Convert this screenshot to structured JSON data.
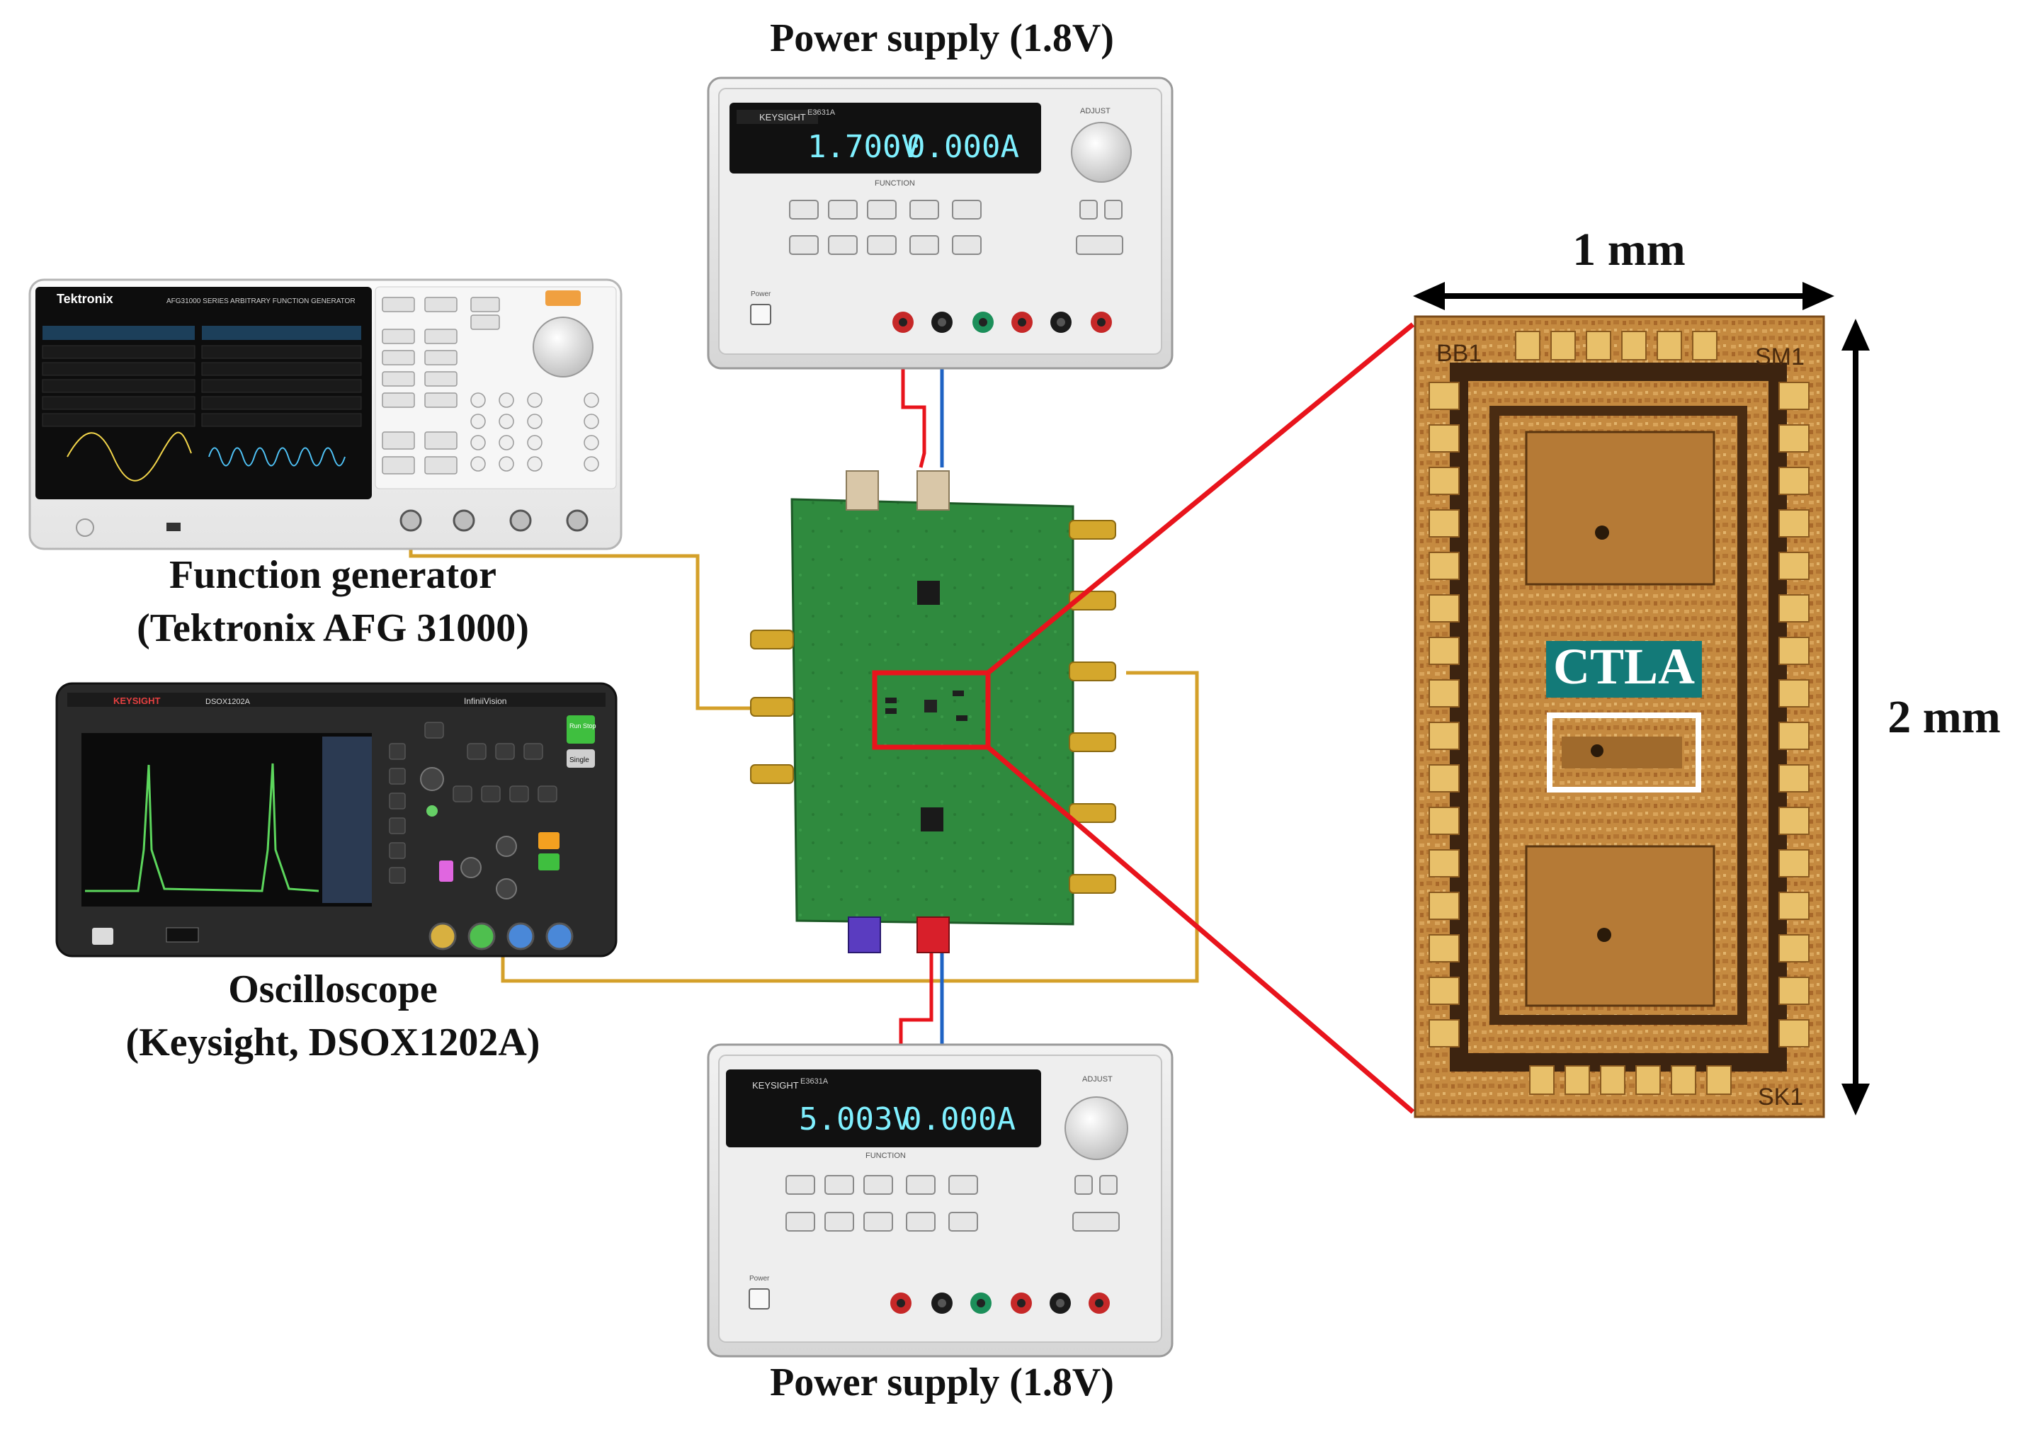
{
  "labels": {
    "ps_top": "Power supply (1.8V)",
    "ps_bottom": "Power supply (1.8V)",
    "fg_line1": "Function generator",
    "fg_line2": "(Tektronix AFG 31000)",
    "osc_line1": "Oscilloscope",
    "osc_line2": "(Keysight, DSOX1202A)",
    "width_dim": "1 mm",
    "height_dim": "2 mm",
    "ctla": "CTLA"
  },
  "ps_top_panel": {
    "brand": "KEYSIGHT",
    "model": "E3631A",
    "voltage": "1.700V",
    "current": "0.000A",
    "function": "FUNCTION",
    "adjust": "ADJUST",
    "power": "Power"
  },
  "ps_bottom_panel": {
    "brand": "KEYSIGHT",
    "model": "E3631A",
    "voltage": "5.003V",
    "current": "0.000A",
    "function": "FUNCTION",
    "adjust": "ADJUST",
    "power": "Power"
  },
  "fg_panel": {
    "brand": "Tektronix",
    "series": "AFG31000 SERIES  ARBITRARY FUNCTION GENERATOR"
  },
  "osc_panel": {
    "brand": "KEYSIGHT",
    "model": "DSOX1202A",
    "product": "InfiniiVision",
    "run_stop": "Run Stop",
    "single": "Single"
  },
  "chip_marks": {
    "top_left": "BB1",
    "top_right": "SM1",
    "bottom_right": "SK1"
  },
  "colors": {
    "red": "#e8141c",
    "gold": "#d4a02a",
    "blue": "#1f63c4",
    "pcb": "#2f8a3e",
    "chip": "#c98a3e",
    "teal_label": "#137a78"
  }
}
